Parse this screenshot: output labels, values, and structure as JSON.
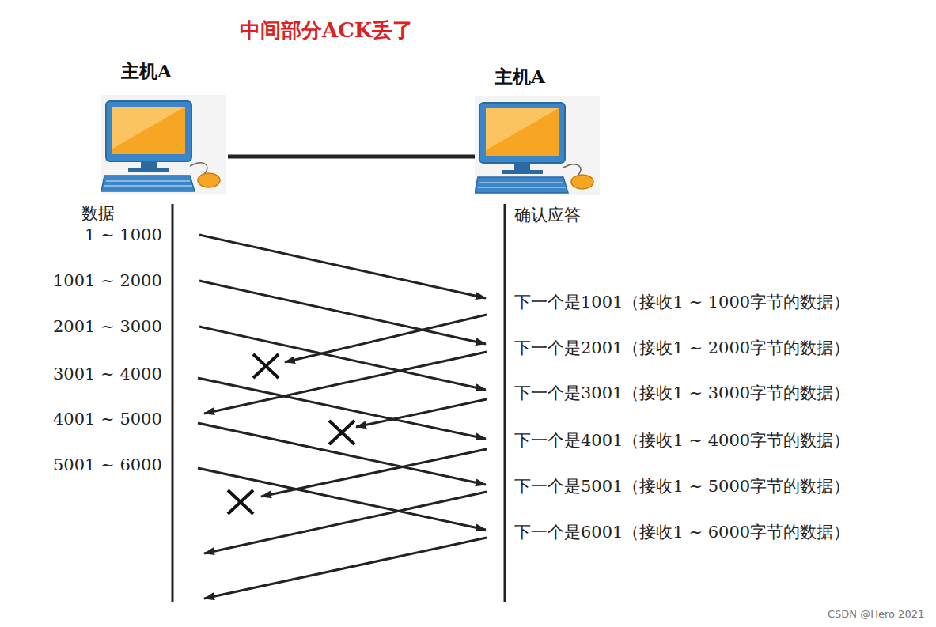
{
  "diagram": {
    "title": "中间部分ACK丢了",
    "nodes": [
      {
        "text": [
          "主机A"
        ]
      },
      {
        "text": [
          "主机A"
        ]
      }
    ],
    "edges": [
      {
        "from": 0,
        "to": 1,
        "arrow": "none"
      }
    ],
    "labels": [
      "数据",
      "1 ~ 1000",
      "1001 ~ 2000",
      "2001 ~ 3000",
      "3001 ~ 4000",
      "4001 ~ 5000",
      "5001 ~ 6000",
      "确认应答",
      "下一个是1001（接收1 ~ 1000字节的数据）",
      "下一个是2001（接收1 ~ 2000字节的数据）",
      "下一个是3001（接收1 ~ 3000字节的数据）",
      "下一个是4001（接收1 ~ 4000字节的数据）",
      "下一个是5001（接收1 ~ 5000字节的数据）",
      "下一个是6001（接收1 ~ 6000字节的数据）",
      "CSDN @Hero 2021"
    ]
  }
}
